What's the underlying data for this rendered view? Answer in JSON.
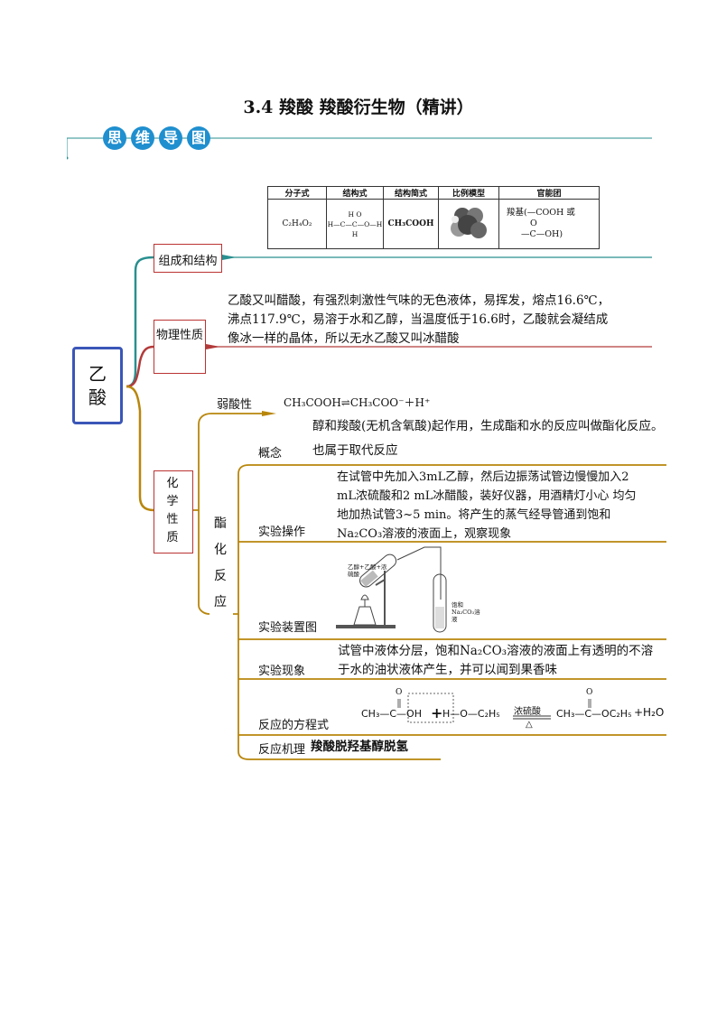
{
  "title": "3.4  羧酸 羧酸衍生物（精讲）",
  "banner": [
    "思",
    "维",
    "导",
    "图"
  ],
  "root": "乙酸",
  "table": {
    "headers": [
      "分子式",
      "结构式",
      "结构简式",
      "比例模型",
      "官能团"
    ],
    "formula": "C₂H₄O₂",
    "struct_top": "H    O",
    "struct_mid": "H—C—C—O—H",
    "struct_bot": "H",
    "simple": "CH₃COOH",
    "func_line1": "羧基(—COOH 或",
    "func_line2": "O",
    "func_line3": "—C—OH)"
  },
  "branches": {
    "composition": "组成和结构",
    "physical": "物理性质",
    "physical_text": "乙酸又叫醋酸，有强烈刺激性气味的无色液体，易挥发，熔点16.6℃，沸点117.9℃，易溶于水和乙醇，当温度低于16.6时，乙酸就会凝结成像冰一样的晶体，所以无水乙酸又叫冰醋酸",
    "chemical": "化学性质"
  },
  "weak_acid": {
    "label": "弱酸性",
    "equation": "CH₃COOH⇌CH₃COO⁻＋H⁺"
  },
  "esterification": {
    "label": "酯化反应",
    "concept_label": "概念",
    "concept_line1": "醇和羧酸(无机含氧酸)起作用，生成酯和水的反应叫做酯化反应。",
    "concept_line2": "也属于取代反应",
    "operation_label": "实验操作",
    "operation_text": "在试管中先加入3mL乙醇，然后边振荡试管边慢慢加入2 mL浓硫酸和2 mL冰醋酸，装好仪器，用酒精灯小心 均匀地加热试管3~5 min。将产生的蒸气经导管通到饱和Na₂CO₃溶液的液面上，观察现象",
    "apparatus_label": "实验装置图",
    "apparatus_left_note": "乙醇+乙酸+浓硫酸",
    "apparatus_right_note": "饱和Na₂CO₃溶液",
    "phenomenon_label": "实验现象",
    "phenomenon_text": "试管中液体分层，饱和Na₂CO₃溶液的液面上有透明的不溶于水的油状液体产生，并可以闻到果香味",
    "equation_label": "反应的方程式",
    "eq_left": "CH₃—C—OH",
    "eq_plus": "+",
    "eq_alcohol": "H—O—C₂H₅",
    "eq_catalyst": "浓硫酸",
    "eq_heat": "△",
    "eq_right": "CH₃—C—OC₂H₅",
    "eq_water": "+H₂O",
    "eq_o": "O",
    "mechanism_label": "反应机理",
    "mechanism_text": "羧酸脱羟基醇脱氢"
  },
  "colors": {
    "teal": "#2a8f8f",
    "red": "#b33a3a",
    "gold": "#b8860b",
    "blue": "#1f8fcf",
    "root_border": "#3a56b8"
  }
}
